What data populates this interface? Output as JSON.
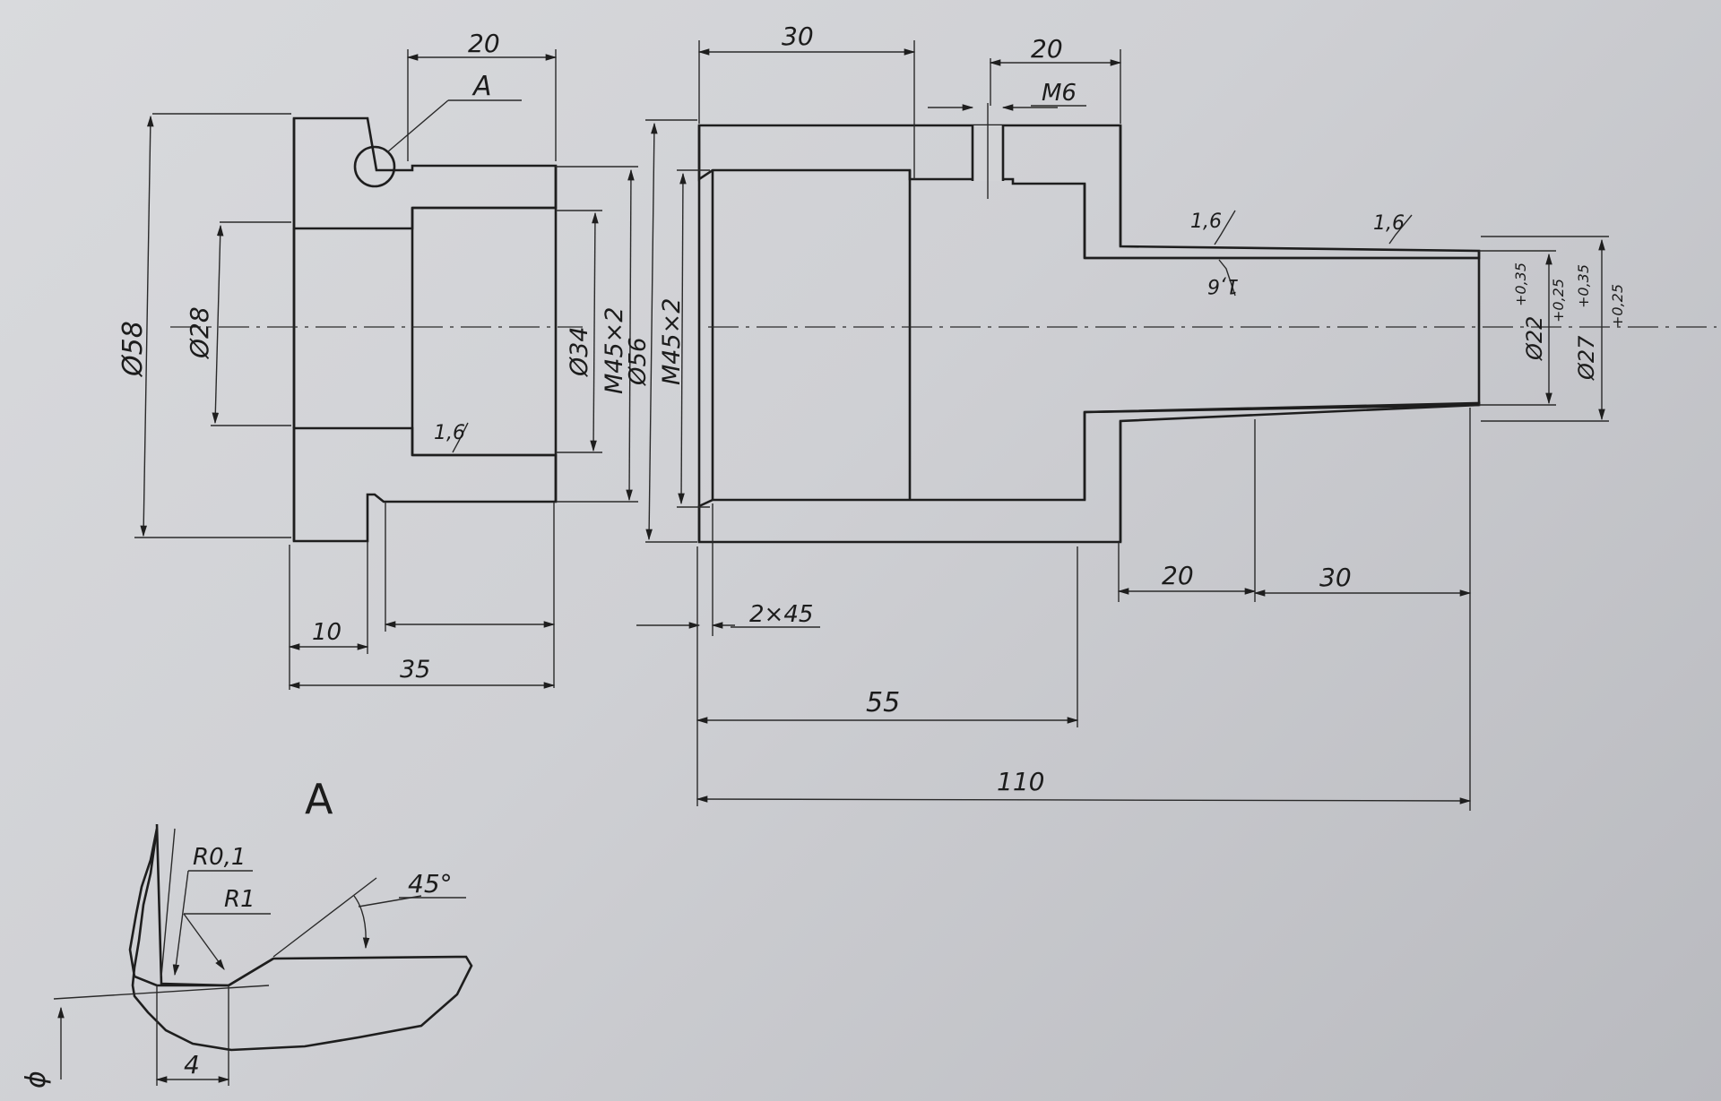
{
  "drawing": {
    "view_a_title": "A",
    "detail_a_label": "A",
    "left_part": {
      "dim_top": "20",
      "dia_outer": "Ø58",
      "dia_bore": "Ø28",
      "dia_inner": "Ø34",
      "thread": "M45×2",
      "roughness": "1,6",
      "dim_10": "10",
      "dim_35": "35"
    },
    "right_part": {
      "dim_30": "30",
      "dim_20_top": "20",
      "thread_hole": "M6",
      "thread": "M45×2",
      "dia_56": "Ø56",
      "roughness_1": "1,6",
      "roughness_2": "1,6",
      "roughness_3": "1,6",
      "dia_22": "Ø22",
      "tol_22_upper": "+0,35",
      "tol_22_lower": "+0,25",
      "dia_27": "Ø27",
      "tol_27_upper": "+0,35",
      "tol_27_lower": "+0,25",
      "chamfer": "2×45",
      "dim_20_bottom": "20",
      "dim_30_bottom": "30",
      "dim_55": "55",
      "dim_110": "110"
    },
    "detail": {
      "r01": "R0,1",
      "r1": "R1",
      "angle": "45°",
      "dim_4": "4",
      "phi": "ϕ"
    }
  }
}
